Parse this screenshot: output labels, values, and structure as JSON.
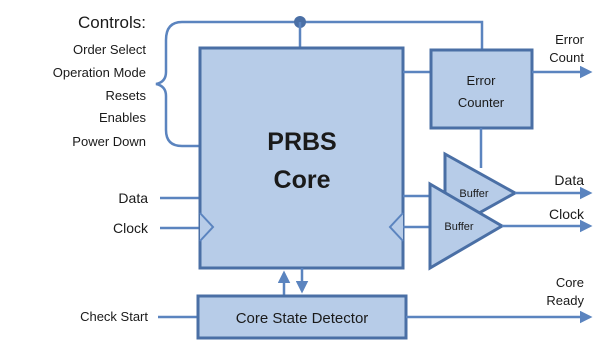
{
  "controls": {
    "heading": "Controls:",
    "items": [
      "Order Select",
      "Operation Mode",
      "Resets",
      "Enables",
      "Power Down"
    ]
  },
  "inputs": {
    "data": "Data",
    "clock": "Clock",
    "check_start": "Check Start"
  },
  "blocks": {
    "core_line1": "PRBS",
    "core_line2": "Core",
    "error_counter_line1": "Error",
    "error_counter_line2": "Counter",
    "buffer": "Buffer",
    "detector": "Core State Detector"
  },
  "outputs": {
    "error_count_line1": "Error",
    "error_count_line2": "Count",
    "data": "Data",
    "clock": "Clock",
    "core_ready_line1": "Core",
    "core_ready_line2": "Ready"
  },
  "colors": {
    "box_fill": "#b7cce8",
    "box_stroke": "#4a6fa5",
    "wire": "#5b84bf"
  }
}
